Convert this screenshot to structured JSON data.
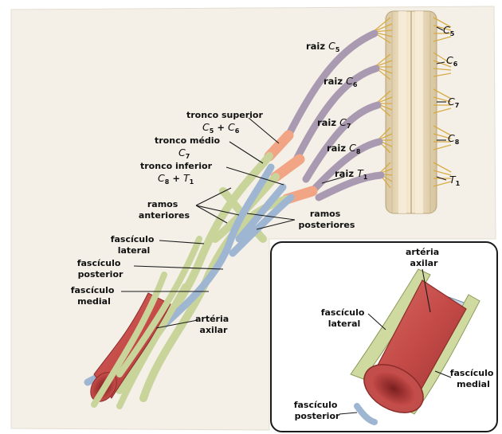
{
  "spinal_levels": [
    "C5",
    "C6",
    "C7",
    "C8",
    "T1"
  ],
  "roots": [
    {
      "prefix": "raiz",
      "letter": "C",
      "sub": "5"
    },
    {
      "prefix": "raiz",
      "letter": "C",
      "sub": "6"
    },
    {
      "prefix": "raiz",
      "letter": "C",
      "sub": "7"
    },
    {
      "prefix": "raiz",
      "letter": "C",
      "sub": "8"
    },
    {
      "prefix": "raiz",
      "letter": "T",
      "sub": "1"
    }
  ],
  "cord_levels": [
    {
      "letter": "C",
      "sub": "5"
    },
    {
      "letter": "C",
      "sub": "6"
    },
    {
      "letter": "C",
      "sub": "7"
    },
    {
      "letter": "C",
      "sub": "8"
    },
    {
      "letter": "T",
      "sub": "1"
    }
  ],
  "trunks": {
    "superior": {
      "name": "tronco superior",
      "c1": "C",
      "s1": "5",
      "plus": "+",
      "c2": "C",
      "s2": "6"
    },
    "middle": {
      "name": "tronco médio",
      "c1": "C",
      "s1": "7"
    },
    "inferior": {
      "name": "tronco inferior",
      "c1": "C",
      "s1": "8",
      "plus": "+",
      "c2": "T",
      "s2": "1"
    }
  },
  "main_labels": {
    "anterior_branches": [
      "ramos",
      "anteriores"
    ],
    "posterior_branches": [
      "ramos",
      "posteriores"
    ],
    "lateral_cord": [
      "fascículo",
      "lateral"
    ],
    "posterior_cord": [
      "fascículo",
      "posterior"
    ],
    "medial_cord": [
      "fascículo",
      "medial"
    ],
    "artery": [
      "artéria",
      "axilar"
    ]
  },
  "inset_labels": {
    "artery": [
      "artéria",
      "axilar"
    ],
    "lateral_cord": [
      "fascículo",
      "lateral"
    ],
    "medial_cord": [
      "fascículo",
      "medial"
    ],
    "posterior_cord": [
      "fascículo",
      "posterior"
    ]
  },
  "colors": {
    "spinal_cord": "#eadcbf",
    "nerve_root_purple": "#a99ab2",
    "trunk_orange": "#f2a585",
    "nerve_green": "#c9d49a",
    "nerve_blue": "#9fb6d3",
    "artery_red": "#c8534f",
    "background_paper": "#f3efe7"
  }
}
